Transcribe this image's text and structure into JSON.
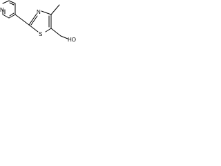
{
  "structure": {
    "atoms": {
      "pyridine_n": "N",
      "thiazole_n": "N",
      "thiazole_s": "S",
      "hydroxyl": "HO"
    },
    "line_color": "#000000"
  }
}
